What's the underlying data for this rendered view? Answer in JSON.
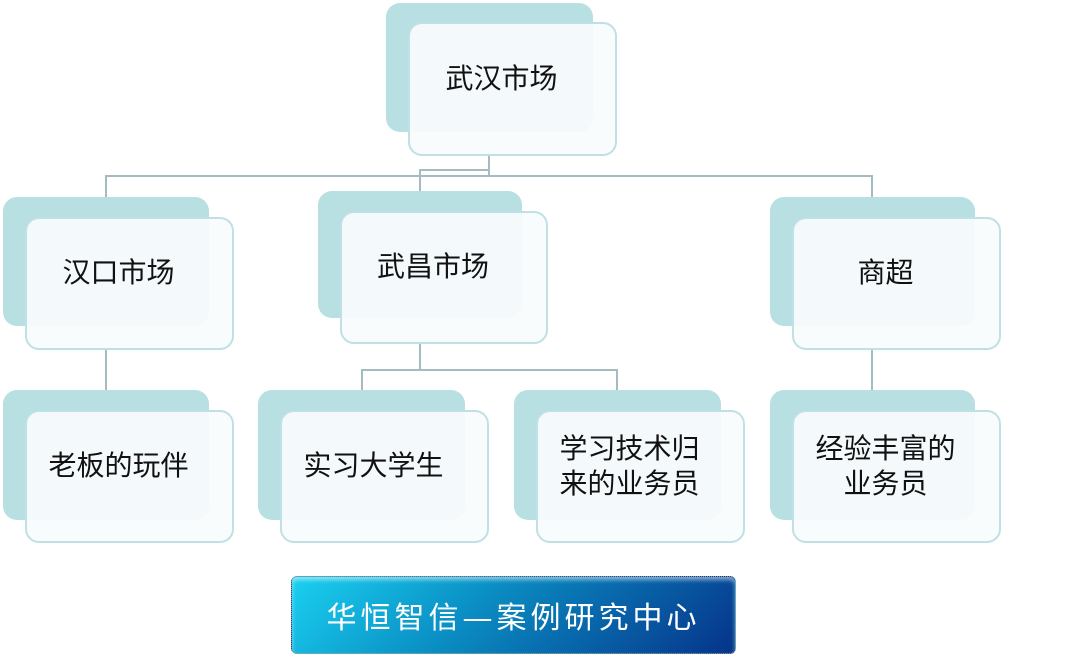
{
  "root": {
    "label": "武汉市场"
  },
  "level1": [
    {
      "label": "汉口市场"
    },
    {
      "label": "武昌市场"
    },
    {
      "label": "商超"
    }
  ],
  "level2": [
    {
      "label": "老板的玩伴"
    },
    {
      "label": "实习大学生"
    },
    {
      "label": "学习技术归\n来的业务员"
    },
    {
      "label": "经验丰富的\n业务员"
    }
  ],
  "banner": {
    "label": "华恒智信—案例研究中心"
  },
  "colors": {
    "back": "#b8dfe2",
    "line": "#a3bcc0",
    "banner_start": "#1ad0f0",
    "banner_end": "#06338a"
  }
}
